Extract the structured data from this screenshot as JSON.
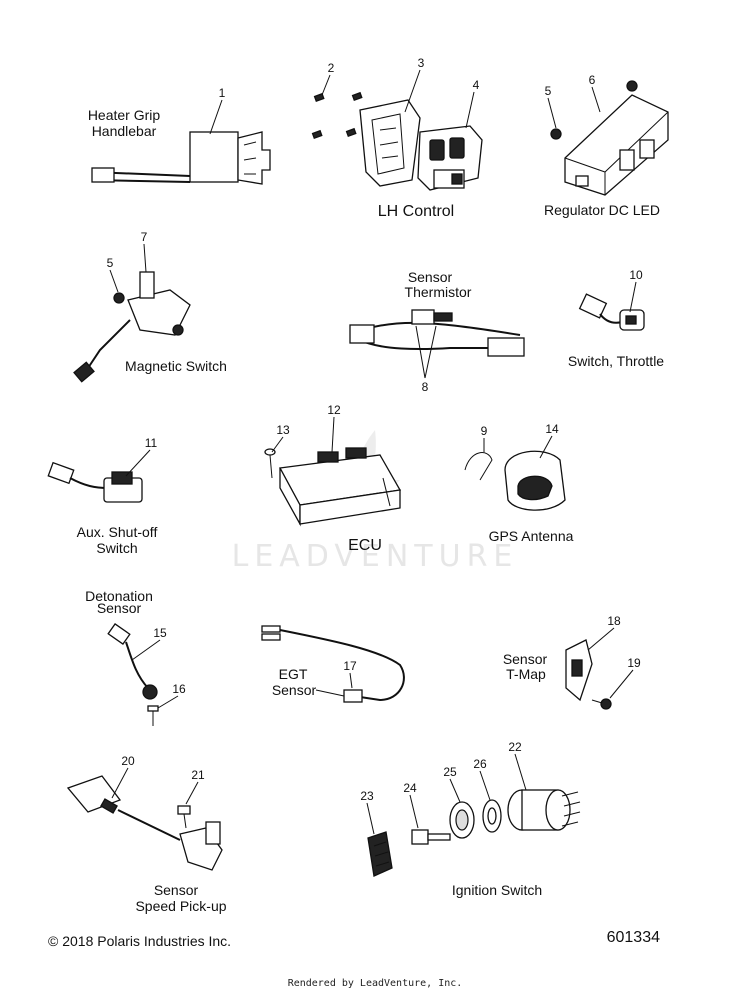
{
  "watermark": "LEADVENTURE",
  "copyright": "© 2018 Polaris Industries Inc.",
  "diagram_id": "601334",
  "footer": "Rendered by LeadVenture, Inc.",
  "labels": {
    "heater_grip_1": "Heater Grip",
    "heater_grip_2": "Handlebar",
    "lh_control": "LH Control",
    "regulator": "Regulator DC LED",
    "magnetic_switch": "Magnetic Switch",
    "sensor_thermistor_1": "Sensor",
    "sensor_thermistor_2": "Thermistor",
    "switch_throttle": "Switch, Throttle",
    "aux_shutoff_1": "Aux. Shut-off",
    "aux_shutoff_2": "Switch",
    "ecu": "ECU",
    "gps_antenna": "GPS Antenna",
    "detonation_1": "Detonation",
    "detonation_2": "Sensor",
    "egt_1": "EGT",
    "egt_2": "Sensor",
    "tmap_1": "Sensor",
    "tmap_2": "T-Map",
    "speed_1": "Sensor",
    "speed_2": "Speed Pick-up",
    "ignition_switch": "Ignition Switch"
  },
  "callouts": {
    "c1": "1",
    "c2": "2",
    "c3": "3",
    "c4": "4",
    "c5a": "5",
    "c6": "6",
    "c5b": "5",
    "c7": "7",
    "c8": "8",
    "c10": "10",
    "c11": "11",
    "c12": "12",
    "c13": "13",
    "c9": "9",
    "c14": "14",
    "c15": "15",
    "c16": "16",
    "c17": "17",
    "c18": "18",
    "c19": "19",
    "c20": "20",
    "c21": "21",
    "c22": "22",
    "c23": "23",
    "c24": "24",
    "c25": "25",
    "c26": "26"
  }
}
